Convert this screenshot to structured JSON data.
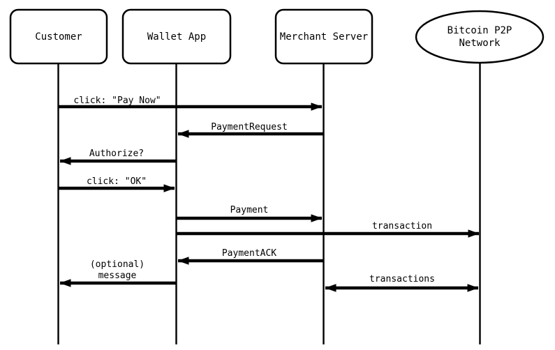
{
  "diagram": {
    "type": "sequence-diagram",
    "subject": "Bitcoin payment protocol flow",
    "colors": {
      "stroke": "#000000",
      "shape_fill": "#ffffff",
      "background": "#ffffff"
    },
    "actors": [
      {
        "id": "customer",
        "label": "Customer",
        "shape": "rounded-rect"
      },
      {
        "id": "wallet-app",
        "label": "Wallet App",
        "shape": "rounded-rect"
      },
      {
        "id": "merchant-server",
        "label": "Merchant Server",
        "shape": "rounded-rect"
      },
      {
        "id": "bitcoin-p2p-network",
        "label_line1": "Bitcoin P2P",
        "label_line2": "Network",
        "shape": "ellipse"
      }
    ],
    "messages": [
      {
        "label": "click: \"Pay Now\"",
        "from": "Customer",
        "to": "Merchant Server",
        "arrow": "right"
      },
      {
        "label": "PaymentRequest",
        "from": "Merchant Server",
        "to": "Wallet App",
        "arrow": "left"
      },
      {
        "label": "Authorize?",
        "from": "Wallet App",
        "to": "Customer",
        "arrow": "left"
      },
      {
        "label": "click: \"OK\"",
        "from": "Customer",
        "to": "Wallet App",
        "arrow": "right"
      },
      {
        "label": "Payment",
        "from": "Wallet App",
        "to": "Merchant Server",
        "arrow": "right"
      },
      {
        "label": "transaction",
        "from": "Wallet App",
        "to": "Bitcoin P2P Network",
        "arrow": "right"
      },
      {
        "label": "PaymentACK",
        "from": "Merchant Server",
        "to": "Wallet App",
        "arrow": "left"
      },
      {
        "label_line1": "(optional)",
        "label_line2": "message",
        "from": "Wallet App",
        "to": "Customer",
        "arrow": "left"
      },
      {
        "label": "transactions",
        "from": "Merchant Server",
        "to": "Bitcoin P2P Network",
        "arrow": "both"
      }
    ]
  }
}
